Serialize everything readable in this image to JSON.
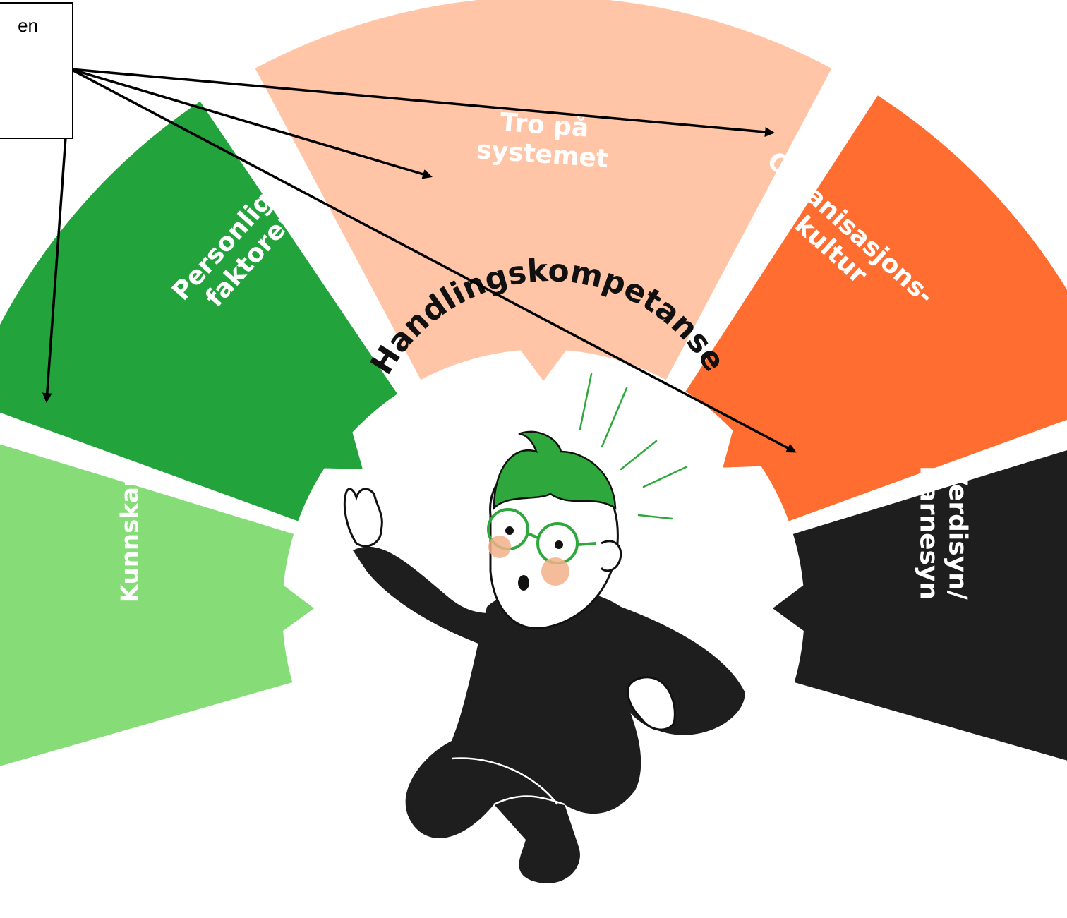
{
  "callout": {
    "text": "en"
  },
  "center": {
    "title": "Handlingskompetanse"
  },
  "segments": [
    {
      "id": "kunnskap",
      "lines": [
        "Kunnskap"
      ],
      "color": "#86dd77",
      "text_color": "#ffffff"
    },
    {
      "id": "personlige",
      "lines": [
        "Personlige",
        "faktorer"
      ],
      "color": "#22a33c",
      "text_color": "#ffffff"
    },
    {
      "id": "tro",
      "lines": [
        "Tro på",
        "systemet"
      ],
      "color": "#ffc5a6",
      "text_color": "#ffffff"
    },
    {
      "id": "organisasjon",
      "lines": [
        "Organisasjons-",
        "kultur"
      ],
      "color": "#ff6d31",
      "text_color": "#ffffff"
    },
    {
      "id": "verdisyn",
      "lines": [
        "Verdisyn/",
        "Barnesyn"
      ],
      "color": "#1e1e1e",
      "text_color": "#ffffff"
    }
  ],
  "colors": {
    "figure_body": "#1e1e1e",
    "hair": "#2ea83c",
    "cheeks": "#f3b08a",
    "arrows": "#000000"
  }
}
